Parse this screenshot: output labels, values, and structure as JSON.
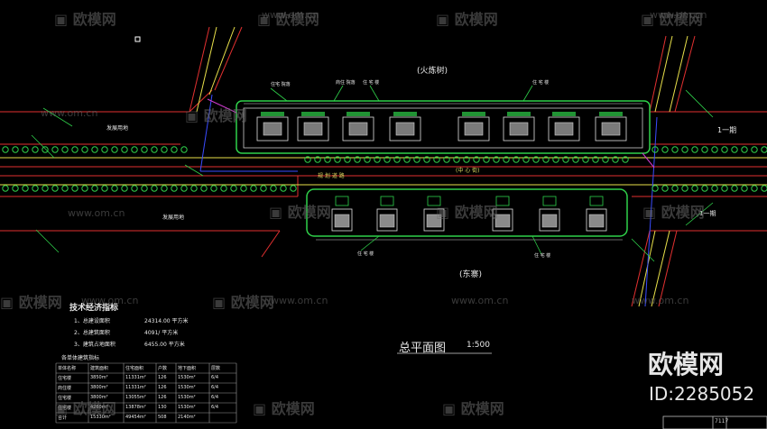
{
  "plan": {
    "title": "总平面图",
    "scale": "1:500",
    "north_label": "(火炼树)",
    "south_label": "(东寨)",
    "road_label": "规 划 道 路",
    "road_label_2": "(中 心 街)",
    "left_upper_block": "发展用地",
    "left_lower_block": "发展用地",
    "right_upper_label": "1一期",
    "right_lower_label": "1一期",
    "north_tags": [
      "住宅 院落",
      "商住 院落",
      "住 宅 楼",
      "住 宅 楼"
    ],
    "south_tags": [
      "住 宅 楼",
      "住 宅 楼"
    ]
  },
  "tech": {
    "heading": "技术经济指标",
    "items": [
      {
        "no": "1",
        "name": "总建设面积",
        "value": "24314.00 平方米"
      },
      {
        "no": "2",
        "name": "总建筑面积",
        "value": "4091/ 平方米"
      },
      {
        "no": "3",
        "name": "建筑占地面积",
        "value": "6455.00 平方米"
      }
    ]
  },
  "table": {
    "caption": "各单体建筑指标",
    "headers": [
      "单体名称",
      "建筑面积",
      "住宅面积",
      "户数",
      "地下面积",
      "层数"
    ],
    "rows": [
      [
        "住宅楼",
        "3850m²",
        "11331m²",
        "126",
        "1530m²",
        "6/4"
      ],
      [
        "商住楼",
        "3800m²",
        "11331m²",
        "126",
        "1530m²",
        "6/4"
      ],
      [
        "住宅楼",
        "3800m²",
        "13055m²",
        "126",
        "1530m²",
        "6/4"
      ],
      [
        "住宅楼",
        "4260m²",
        "13878m²",
        "130",
        "1530m²",
        "6/4"
      ],
      [
        "合计",
        "15330m²",
        "49454m²",
        "508",
        "2140m²",
        ""
      ]
    ]
  },
  "titleblock": {
    "label": "7117"
  },
  "watermark": {
    "brand": "欧模网",
    "url": "www.om.cn",
    "id": "ID:2285052"
  }
}
